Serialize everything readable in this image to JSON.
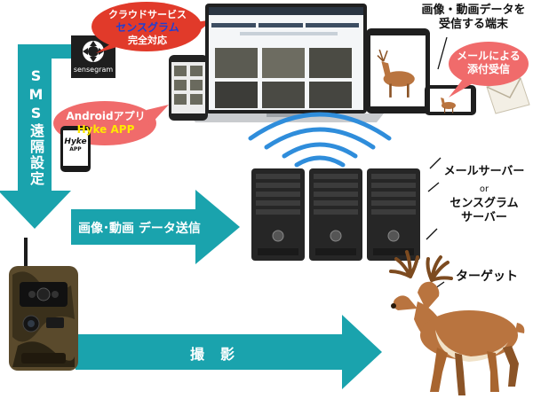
{
  "colors": {
    "teal": "#1aa3ad",
    "red": "#e13a2a",
    "blue_text": "#1d3fd6",
    "yellow_text": "#ffe800",
    "pink_bubble": "#f06b6b",
    "deer_body": "#b9743f",
    "deer_belly": "#f1e2c8",
    "server": "#262626",
    "wifi": "#2f8ddb"
  },
  "cloud": {
    "line1": "クラウドサービス",
    "line2": "センスグラム",
    "line3": "完全対応"
  },
  "sensegram": {
    "logo_text": "sensegram"
  },
  "receiver": {
    "line1": "画像・動画データを",
    "line2": "受信する端末"
  },
  "mail_bubble": {
    "line1": "メールによる",
    "line2": "添付受信"
  },
  "sms": {
    "vertical_label": "SMS遠隔設定"
  },
  "android": {
    "line1": "Androidアプリ",
    "line2": "Hyke APP",
    "phone_logo": "Hyke",
    "phone_sub": "APP"
  },
  "servers": {
    "mail_server": "メールサーバー",
    "or": "or",
    "sensegram_line1": "センスグラム",
    "sensegram_line2": "サーバー"
  },
  "upload_arrow": {
    "label": "画像･動画 データ送信"
  },
  "shoot_arrow": {
    "label": "撮　影"
  },
  "target": {
    "label": "ターゲット"
  }
}
